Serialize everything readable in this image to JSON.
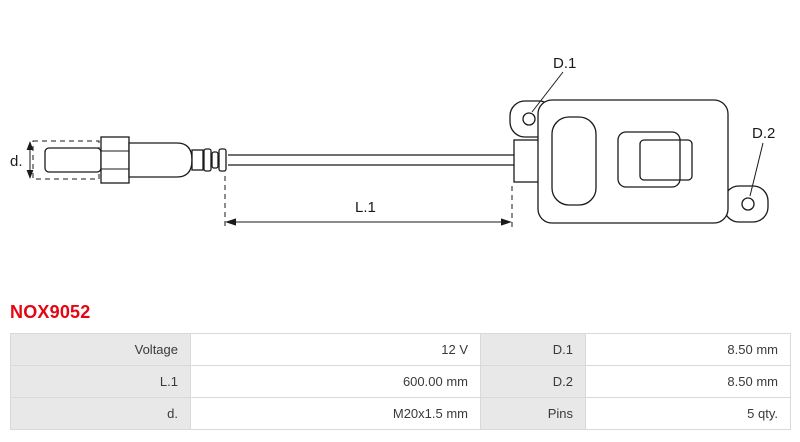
{
  "title": "NOX9052",
  "diagram": {
    "label_d": "d.",
    "label_d1": "D.1",
    "label_d2": "D.2",
    "label_l1": "L.1"
  },
  "table": {
    "rows": [
      {
        "c0": "Voltage",
        "c1": "12 V",
        "c2": "D.1",
        "c3": "8.50 mm"
      },
      {
        "c0": "L.1",
        "c1": "600.00 mm",
        "c2": "D.2",
        "c3": "8.50 mm"
      },
      {
        "c0": "d.",
        "c1": "M20x1.5 mm",
        "c2": "Pins",
        "c3": "5 qty."
      }
    ]
  },
  "colors": {
    "title_red": "#e30613",
    "cell_label_bg": "#e8e8e8",
    "cell_border": "#d9d9d9",
    "drawing_line": "#1a1a1a"
  }
}
